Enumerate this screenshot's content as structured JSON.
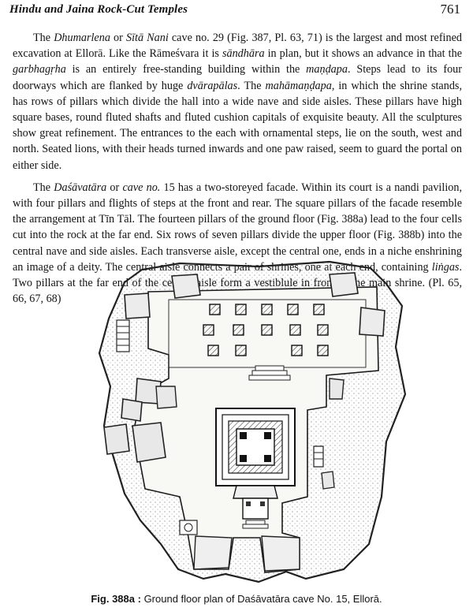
{
  "header": {
    "running_head": "Hindu and Jaina Rock-Cut Temples",
    "page_number": "761"
  },
  "paragraphs": [
    [
      {
        "t": "The "
      },
      {
        "t": "Dhumarlena",
        "i": true
      },
      {
        "t": " or "
      },
      {
        "t": "Sītā Nani",
        "i": true
      },
      {
        "t": " cave no. 29 (Fig. 387, Pl. 63, 71) is the largest and most refined excavation at Ellorā. Like the Rāmeśvara it is "
      },
      {
        "t": "sāndhāra",
        "i": true
      },
      {
        "t": " in plan, but it shows an advance in that the "
      },
      {
        "t": "garbhagṛha",
        "i": true
      },
      {
        "t": " is an entirely free-standing building within the "
      },
      {
        "t": "maṇḍapa",
        "i": true
      },
      {
        "t": ". Steps lead to its four doorways which are flanked by huge "
      },
      {
        "t": "dvārapālas",
        "i": true
      },
      {
        "t": ". The "
      },
      {
        "t": "mahāmaṇḍapa",
        "i": true
      },
      {
        "t": ", in which the shrine stands, has rows of pillars which divide the hall into a wide nave and side aisles. These pillars have high square bases, round fluted shafts and fluted cushion capitals of exquisite beauty. All the sculptures show great refinement. The entrances to the each with ornamental steps, lie on the south, west and north. Seated lions, with their heads turned inwards and one paw raised, seem to guard the portal on either side."
      }
    ],
    [
      {
        "t": "The "
      },
      {
        "t": "Daśāvatāra",
        "i": true
      },
      {
        "t": " or "
      },
      {
        "t": "cave no.",
        "i": true
      },
      {
        "t": " 15 has a two-storeyed facade. Within its court is a nandi pavilion, with four pillars and flights of steps at the front and rear. The square pillars of the facade resemble the arrangement at Tīn Tāl. The fourteen pillars of the ground floor (Fig. 388a) lead to the four cells cut into the rock at the far end. Six rows of seven pillars divide the upper floor (Fig. 388b) into the central nave and side aisles. Each transverse aisle, except the central one, ends in a niche enshrining an image of a deity. The central aisle connects a pair of shrines, one at each end, containing "
      },
      {
        "t": "liṅgas",
        "i": true
      },
      {
        "t": ". Two pillars at the far end of the central aisle form a vestiblule in front of the main shrine. (Pl. 65, 66, 67, 68)"
      }
    ]
  ],
  "figure": {
    "label": "Fig. 388a :",
    "caption": "Ground floor plan of Daśāvatāra cave No. 15, Ellorā."
  }
}
